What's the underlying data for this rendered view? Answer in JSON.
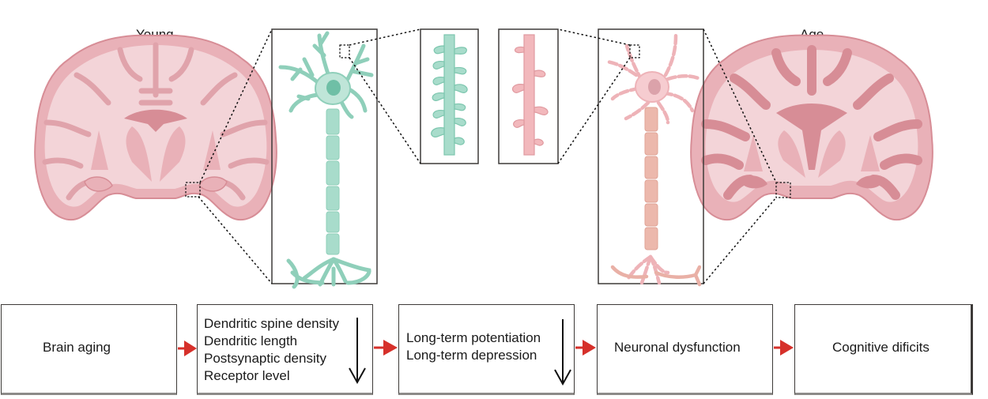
{
  "figure": {
    "panels": {
      "young": {
        "label": "Young",
        "brain_color": "#f3d4d8",
        "brain_mid": "#e9b1b8",
        "brain_dark": "#d78d96"
      },
      "age": {
        "label": "Age",
        "brain_color": "#f3d4d8",
        "brain_mid": "#e9b1b8",
        "brain_dark": "#d78d96"
      }
    },
    "colors": {
      "young_neuron": "#a8dccb",
      "young_neuron_stroke": "#6fbfa6",
      "aged_neuron": "#f2b8bc",
      "aged_neuron_stroke": "#d98f95",
      "aged_axon": "#e9b0a6",
      "flow_arrow": "#d6302a",
      "box_border": "#3d3a38"
    },
    "flow": [
      {
        "id": "brain-aging",
        "lines": [
          "Brain aging"
        ],
        "decrease_arrow": false
      },
      {
        "id": "structural",
        "lines": [
          "Dendritic spine density",
          "Dendritic length",
          "Postsynaptic density",
          "Receptor level"
        ],
        "decrease_arrow": true
      },
      {
        "id": "plasticity",
        "lines": [
          "Long-term potentiation",
          "Long-term depression"
        ],
        "decrease_arrow": true
      },
      {
        "id": "neuronal-dysfunction",
        "lines": [
          "Neuronal dysfunction"
        ],
        "decrease_arrow": false
      },
      {
        "id": "cognitive-deficits",
        "lines": [
          "Cognitive dificits"
        ],
        "decrease_arrow": false
      }
    ],
    "decrease_arrow_symbol": "↓"
  }
}
